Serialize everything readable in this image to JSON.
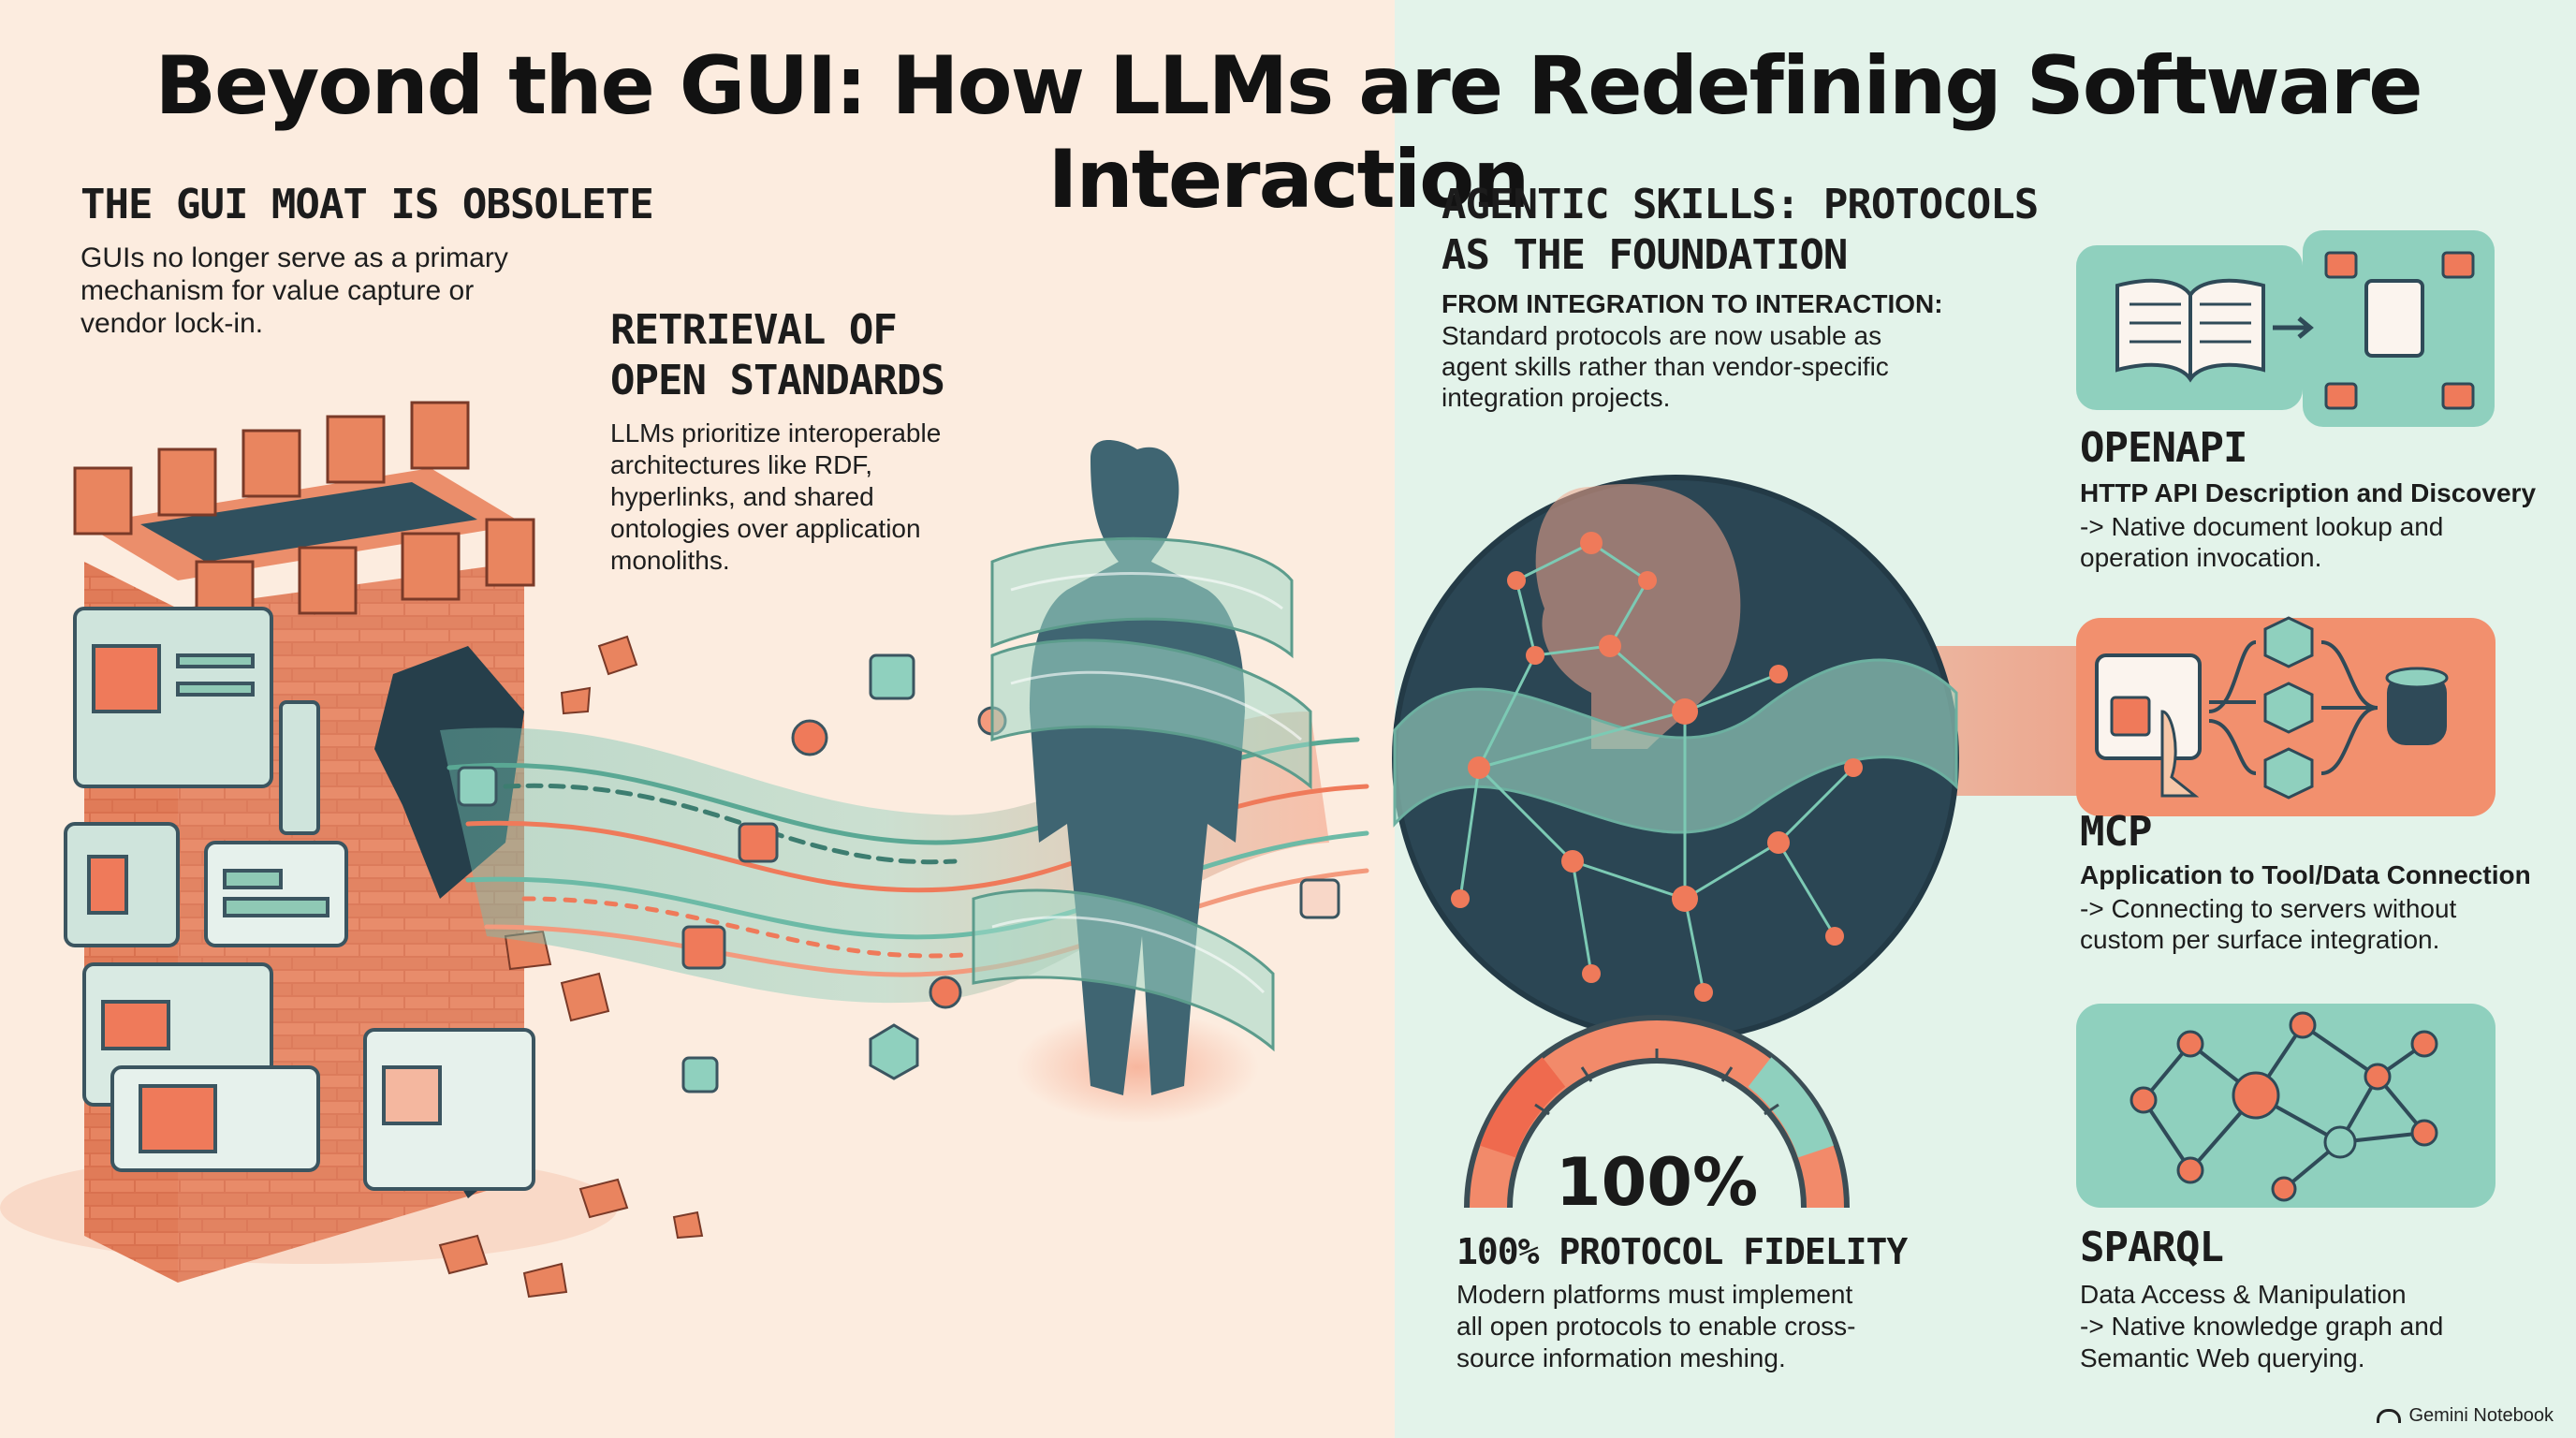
{
  "title": "Beyond the GUI: How LLMs are Redefining Software Interaction",
  "left": {
    "gui_moat": {
      "heading": "THE GUI MOAT IS OBSOLETE",
      "body": [
        "GUIs no longer serve as a primary",
        "mechanism for value capture or",
        "vendor lock-in."
      ]
    },
    "retrieval": {
      "heading": [
        "RETRIEVAL OF",
        "OPEN STANDARDS"
      ],
      "body": [
        "LLMs prioritize interoperable",
        "architectures like RDF,",
        "hyperlinks, and shared",
        "ontologies over application",
        "monoliths."
      ]
    }
  },
  "right": {
    "agentic": {
      "heading": [
        "AGENTIC SKILLS: PROTOCOLS",
        "AS THE FOUNDATION"
      ],
      "subheading": "FROM INTEGRATION TO INTERACTION:",
      "body": [
        "Standard protocols are now usable as",
        "agent skills rather than vendor-specific",
        "integration projects."
      ]
    },
    "fidelity": {
      "gauge_value": "100%",
      "heading": "100% PROTOCOL FIDELITY",
      "body": [
        "Modern platforms must implement",
        "all open protocols to enable cross-",
        "source information meshing."
      ]
    },
    "protocols": [
      {
        "name": "OPENAPI",
        "subtitle": "HTTP API Description and Discovery",
        "body": [
          "-> Native document lookup and",
          "operation invocation."
        ]
      },
      {
        "name": "MCP",
        "subtitle": "Application to Tool/Data Connection",
        "body": [
          "-> Connecting to servers without",
          "custom per surface integration."
        ]
      },
      {
        "name": "SPARQL",
        "subtitle": "",
        "body": [
          "Data Access & Manipulation",
          "-> Native knowledge graph and",
          "Semantic Web querying."
        ]
      }
    ]
  },
  "brand": "Gemini Notebook",
  "colors": {
    "coral": "#ef7a5a",
    "teal": "#7fc7b0",
    "navy": "#2f4a58",
    "brick": "#d96f4e"
  }
}
